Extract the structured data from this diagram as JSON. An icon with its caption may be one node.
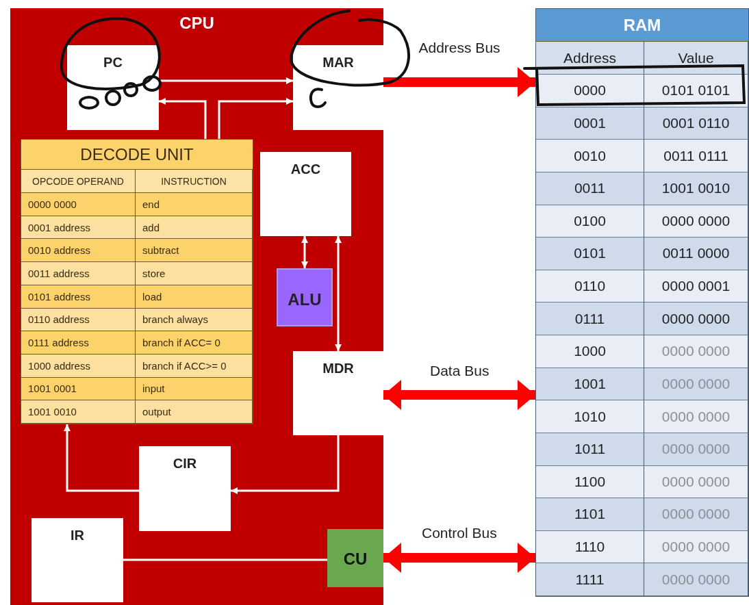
{
  "diagram": {
    "nodes": [
      {
        "text": [
          "CPU"
        ]
      },
      {
        "text": [
          "PC"
        ],
        "in": 0
      },
      {
        "text": [
          "MAR"
        ],
        "in": 0
      },
      {
        "text": [
          "DECODE UNIT"
        ],
        "in": 0
      },
      {
        "text": [
          "ACC"
        ],
        "in": 0
      },
      {
        "text": [
          "ALU"
        ],
        "in": 0
      },
      {
        "text": [
          "MDR"
        ],
        "in": 0
      },
      {
        "text": [
          "CIR"
        ],
        "in": 0
      },
      {
        "text": [
          "IR"
        ],
        "in": 0
      },
      {
        "text": [
          "CU"
        ],
        "in": 0
      },
      {
        "text": [
          "RAM"
        ]
      }
    ],
    "edges": [
      {
        "from": 1,
        "to": 2,
        "arrow": "to"
      },
      {
        "from": 3,
        "to": 1,
        "arrow": "to"
      },
      {
        "from": 3,
        "to": 2,
        "arrow": "to"
      },
      {
        "from": 4,
        "to": 5,
        "arrow": "both"
      },
      {
        "from": 4,
        "to": 6,
        "arrow": "both"
      },
      {
        "from": 6,
        "to": 7,
        "arrow": "to"
      },
      {
        "from": 7,
        "to": 3,
        "arrow": "to"
      },
      {
        "from": 8,
        "to": 9,
        "arrow": "none"
      },
      {
        "from": 2,
        "to": 10,
        "arrow": "to",
        "label": "Address Bus",
        "style": "thick",
        "color": "#ff0000"
      },
      {
        "from": 6,
        "to": 10,
        "arrow": "both",
        "label": "Data Bus",
        "style": "thick",
        "color": "#ff0000"
      },
      {
        "from": 9,
        "to": 10,
        "arrow": "both",
        "label": "Control Bus",
        "style": "thick",
        "color": "#ff0000"
      }
    ],
    "labels": [
      "OPCODE OPERAND",
      "INSTRUCTION",
      "0000 0000",
      "end",
      "0001 address",
      "add",
      "0010 address",
      "subtract",
      "0011 address",
      "store",
      "0101 address",
      "load",
      "0110 address",
      "branch always",
      "0111 address",
      "branch if ACC= 0",
      "1000 address",
      "branch if ACC>=  0",
      "1001 0001",
      "input",
      "1001 0010",
      "output",
      "Address",
      "Value",
      "0000",
      "0101 0101",
      "0001",
      "0001 0110",
      "0010",
      "0011 0111",
      "0011",
      "1001 0010",
      "0100",
      "0000 0000",
      "0101",
      "0011 0000",
      "0110",
      "0000 0001",
      "0111",
      "0000 0000",
      "1000",
      "0000 0000",
      "1001",
      "0000 0000",
      "1010",
      "0000 0000",
      "1011",
      "0000 0000",
      "1100",
      "0000 0000",
      "1101",
      "0000 0000",
      "1110",
      "0000 0000",
      "1111",
      "0000 0000"
    ]
  }
}
